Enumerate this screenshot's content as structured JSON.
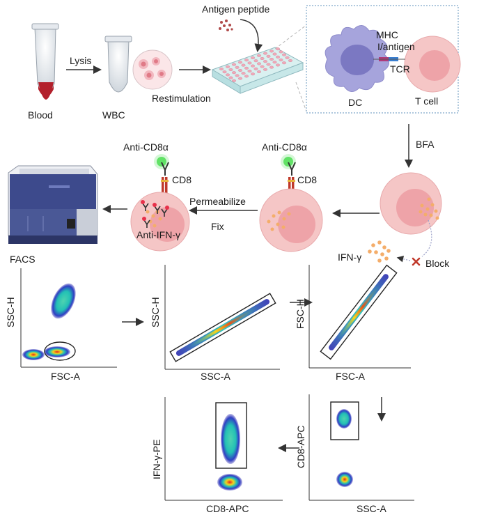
{
  "colors": {
    "cell_fill": "#f5c6c6",
    "nucleus_fill": "#eea3a8",
    "dc_fill": "#a6a4dc",
    "dc_nucleus": "#7b78c2",
    "dot_orange": "#f4ad6a",
    "tube_blood": "#b3202c",
    "arrow": "#333333",
    "density_low": "#2c2bb0",
    "density_mid": "#22c0b5",
    "density_high": "#e3261b"
  },
  "step1": {
    "blood": "Blood",
    "lysis": "Lysis",
    "wbc": "WBC",
    "restimulation": "Restimulation",
    "antigen_peptide": "Antigen peptide"
  },
  "inset": {
    "mhc": "MHC",
    "antigen": "I/antigen",
    "tcr": "TCR",
    "dc": "DC",
    "tcell": "T cell"
  },
  "step2": {
    "bfa": "BFA",
    "ifn": "IFN-γ",
    "block": "Block",
    "anti_cd8_left": "Anti-CD8α",
    "anti_cd8_right": "Anti-CD8α",
    "cd8_left": "CD8",
    "cd8_right": "CD8",
    "permeabilize": "Permeabilize",
    "fix": "Fix",
    "anti_ifn": "Anti-IFN-γ",
    "facs": "FACS"
  },
  "plots": {
    "p1": {
      "y": "SSC-H",
      "x": "FSC-A"
    },
    "p2": {
      "y": "SSC-H",
      "x": "SSC-A"
    },
    "p3": {
      "y": "FSC-H",
      "x": "FSC-A"
    },
    "p4": {
      "y": "CD8-APC",
      "x": "SSC-A"
    },
    "p5": {
      "y": "IFN-γ-PE",
      "x": "CD8-APC"
    }
  }
}
